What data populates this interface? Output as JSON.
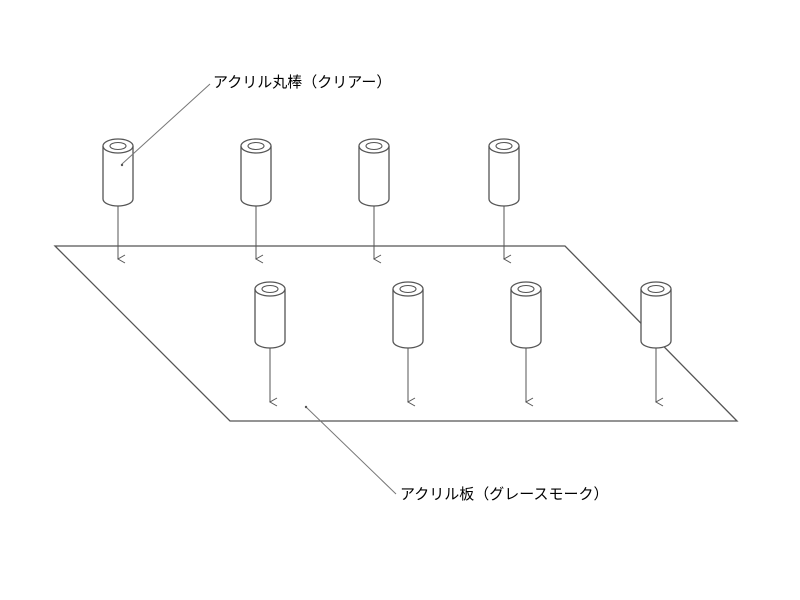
{
  "labels": {
    "rod": "アクリル丸棒（クリアー）",
    "plate": "アクリル板（グレースモーク）"
  },
  "diagram": {
    "rod_count": 8,
    "back_row_count": 4,
    "front_row_count": 4,
    "rod_material": "アクリル丸棒（クリアー）",
    "plate_material": "アクリル板（グレースモーク）"
  },
  "colors": {
    "line": "#555555",
    "background": "#ffffff",
    "text": "#000000"
  }
}
